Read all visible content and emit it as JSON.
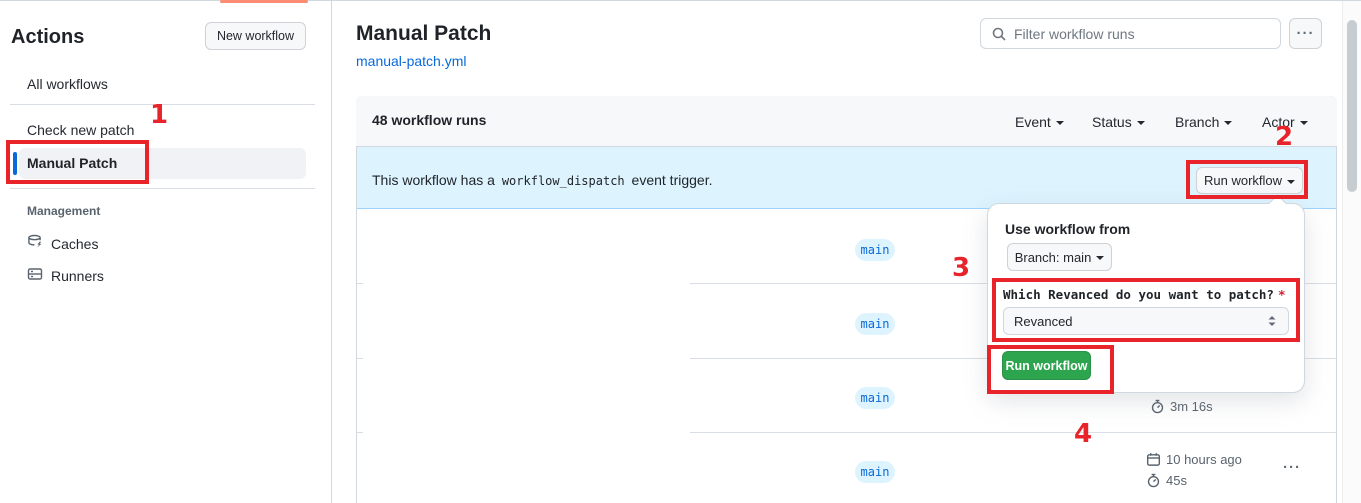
{
  "topnav": {
    "active_indicator_color": "#fd8c73"
  },
  "sidebar": {
    "title": "Actions",
    "new_workflow_button": "New workflow",
    "workflows": [
      {
        "label": "All workflows",
        "selected": false
      },
      {
        "label": "Check new patch",
        "selected": false
      },
      {
        "label": "Manual Patch",
        "selected": true
      }
    ],
    "management_label": "Management",
    "management_items": [
      {
        "label": "Caches",
        "icon": "cache-database-icon"
      },
      {
        "label": "Runners",
        "icon": "runners-server-icon"
      }
    ]
  },
  "header": {
    "title": "Manual Patch",
    "workflow_file": "manual-patch.yml",
    "filter_placeholder": "Filter workflow runs",
    "more_button": "···"
  },
  "table": {
    "count_label": "48 workflow runs",
    "filters": [
      {
        "label": "Event"
      },
      {
        "label": "Status"
      },
      {
        "label": "Branch"
      },
      {
        "label": "Actor"
      }
    ],
    "banner": {
      "text_before": "This workflow has a ",
      "code": "workflow_dispatch",
      "text_after": " event trigger.",
      "run_button": "Run workflow"
    },
    "rows": [
      {
        "branch": "main"
      },
      {
        "branch": "main"
      },
      {
        "branch": "main",
        "duration": "3m 16s"
      },
      {
        "branch": "main",
        "date": "10 hours ago",
        "duration": "45s",
        "kebab": "···"
      }
    ]
  },
  "popup": {
    "title": "Use workflow from",
    "branch_selector": "Branch: main",
    "field_label": "Which Revanced do you want to patch?",
    "required": "*",
    "field_value": "Revanced",
    "run_button": "Run workflow"
  },
  "annotations": [
    {
      "n": "1"
    },
    {
      "n": "2"
    },
    {
      "n": "3"
    },
    {
      "n": "4"
    }
  ],
  "colors": {
    "accent_blue": "#0969da",
    "banner_bg": "#ddf4ff",
    "annotation_red": "#e8232a",
    "success_green": "#2da44e",
    "nav_active_orange": "#fd8c73"
  }
}
